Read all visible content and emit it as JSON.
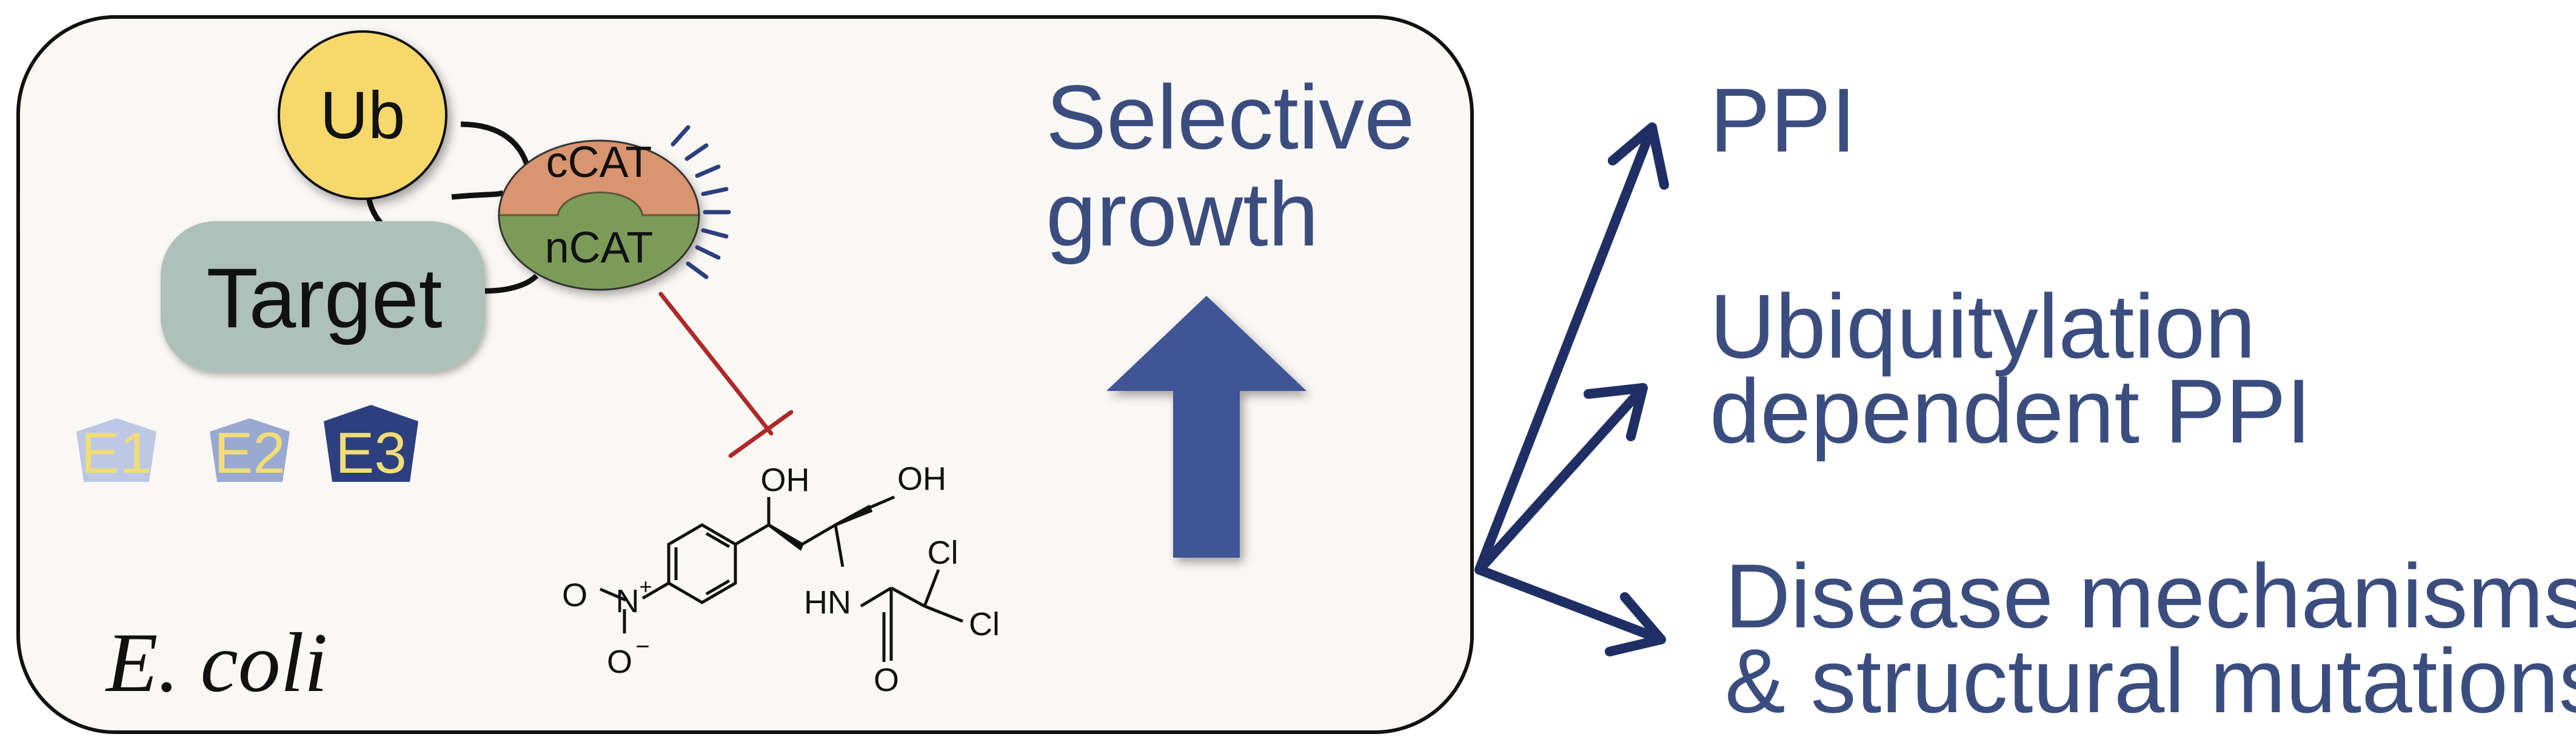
{
  "box": {
    "organism_label": "E. coli"
  },
  "fusion": {
    "ub_label": "Ub",
    "target_label": "Target",
    "ccat_label": "cCAT",
    "ncat_label": "nCAT"
  },
  "enzymes": [
    {
      "label": "E1",
      "fill": "#bcc8e6",
      "text_color": "#f0dc78"
    },
    {
      "label": "E2",
      "fill": "#9aa9d2",
      "text_color": "#f0dc78"
    },
    {
      "label": "E3",
      "fill": "#2d3f7e",
      "text_color": "#f0dc78"
    }
  ],
  "chloramphenicol": {
    "oh1": "OH",
    "oh2": "OH",
    "cl1": "Cl",
    "cl2": "Cl",
    "hn": "HN",
    "o": "O",
    "nitro_o1": "O",
    "nitro_n": "N",
    "nitro_o2": "O",
    "plus": "+",
    "minus": "−"
  },
  "selective_growth": {
    "line1": "Selective",
    "line2": "growth"
  },
  "applications": {
    "item1": "PPI",
    "item2_line1": "Ubiquitylation",
    "item2_line2": "dependent PPI",
    "item3_line1": "Disease mechanisms",
    "item3_line2": "& structural mutations"
  },
  "colors": {
    "navy": "#1f2f66",
    "text_blue": "#3b4d7f",
    "arrow_fill": "#3f5595",
    "ub_yellow": "#f6d96b",
    "target_gray": "#adc0b9",
    "ccat_orange": "#d99470",
    "ncat_green": "#7d9b58",
    "inhibitor_red": "#b0282a",
    "box_bg": "#faf8f4"
  }
}
